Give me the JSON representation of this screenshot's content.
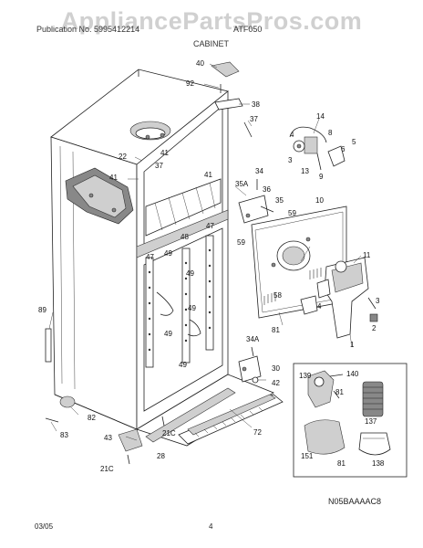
{
  "watermark": "AppliancePartsPros.com",
  "header": {
    "left": "Publication No. 5995412214",
    "section": "CABINET",
    "model_tail": "ATF050"
  },
  "diagram_code": "N05BAAAAC8",
  "footer": {
    "date": "03/05",
    "page": "4"
  },
  "callouts": [
    "40",
    "92",
    "38",
    "37",
    "14",
    "4",
    "8",
    "5",
    "6",
    "3",
    "13",
    "9",
    "22",
    "41",
    "37",
    "41",
    "41",
    "34",
    "35A",
    "36",
    "35",
    "59",
    "10",
    "59",
    "47",
    "48",
    "47",
    "49",
    "49",
    "49",
    "49",
    "11",
    "58",
    "4",
    "3",
    "2",
    "81",
    "1",
    "89",
    "34A",
    "30",
    "42",
    "49",
    "139",
    "140",
    "81",
    "137",
    "151",
    "81",
    "138",
    "82",
    "83",
    "43",
    "28",
    "21C",
    "21C",
    "72"
  ]
}
